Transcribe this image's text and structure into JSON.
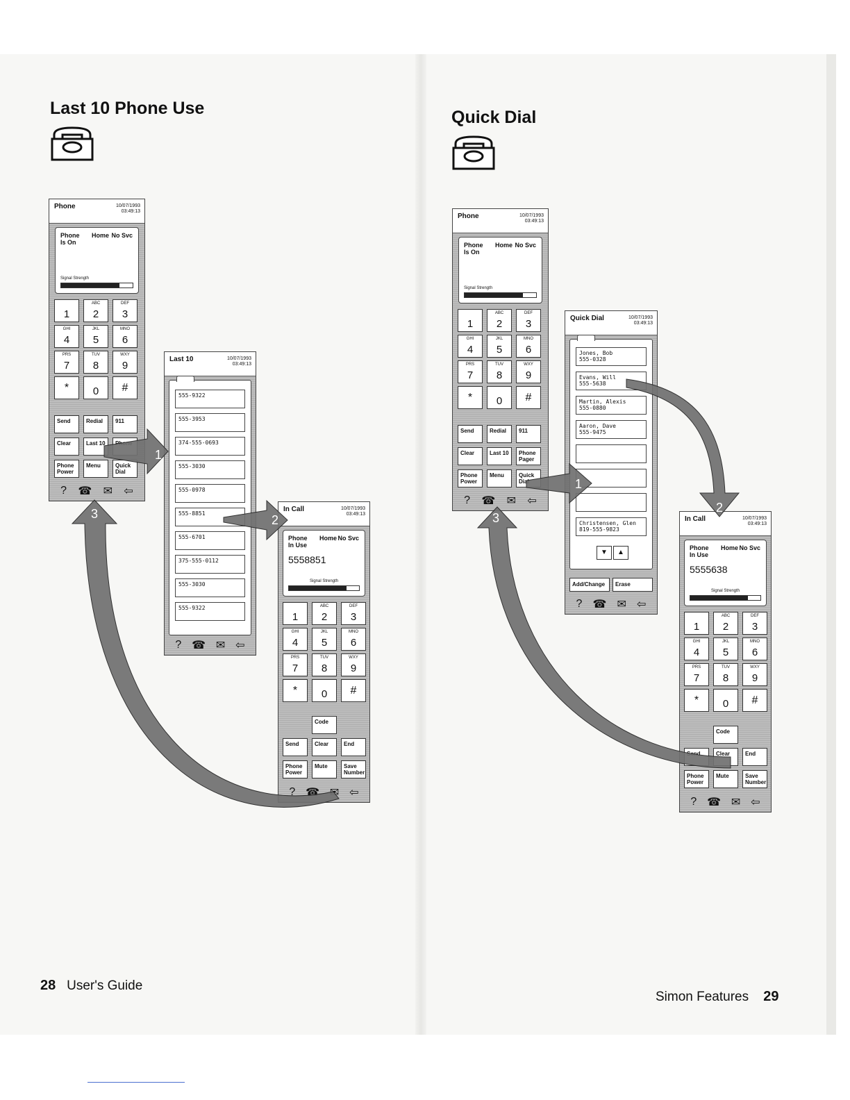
{
  "left_page": {
    "heading": "Last 10 Phone Use",
    "footer": {
      "page_number": "28",
      "text": "User's Guide"
    }
  },
  "right_page": {
    "heading": "Quick Dial",
    "footer": {
      "page_number": "29",
      "text": "Simon Features"
    }
  },
  "datetime": {
    "date": "10/07/1993",
    "time": "03:49:13"
  },
  "phone_screen": {
    "title": "Phone",
    "status": {
      "line1": "Phone",
      "line2": "Is On",
      "home": "Home",
      "svc": "No Svc"
    },
    "signal_label": "Signal Strength",
    "signal_level": 0.82,
    "keypad": [
      {
        "letters": "",
        "digit": "1"
      },
      {
        "letters": "ABC",
        "digit": "2"
      },
      {
        "letters": "DEF",
        "digit": "3"
      },
      {
        "letters": "GHI",
        "digit": "4"
      },
      {
        "letters": "JKL",
        "digit": "5"
      },
      {
        "letters": "MNO",
        "digit": "6"
      },
      {
        "letters": "PRS",
        "digit": "7"
      },
      {
        "letters": "TUV",
        "digit": "8"
      },
      {
        "letters": "WXY",
        "digit": "9"
      },
      {
        "letters": "",
        "digit": "*"
      },
      {
        "letters": "",
        "digit": "0"
      },
      {
        "letters": "",
        "digit": "#"
      }
    ],
    "buttons": {
      "send": "Send",
      "redial": "Redial",
      "emergency": "911",
      "clear": "Clear",
      "last10": "Last 10",
      "phone": "Phone",
      "phone_pager": "Phone Pager",
      "phone_power": "Phone Power",
      "menu": "Menu",
      "quick_dial": "Quick Dial"
    }
  },
  "last10_screen": {
    "title": "Last 10",
    "numbers": [
      "555-9322",
      "555-3953",
      "374-555-0693",
      "555-3030",
      "555-0978",
      "555-8851",
      "555-6701",
      "375-555-0112",
      "555-3030",
      "555-9322"
    ]
  },
  "incall_left": {
    "title": "In Call",
    "line1": "Phone",
    "line2": "In Use",
    "number": "5558851"
  },
  "incall_right": {
    "title": "In Call",
    "line1": "Phone",
    "line2": "In Use",
    "number": "5555638"
  },
  "incall_buttons": {
    "code": "Code",
    "send": "Send",
    "clear": "Clear",
    "end": "End",
    "phone_power": "Phone Power",
    "mute": "Mute",
    "save_number": "Save Number"
  },
  "quickdial_screen": {
    "title": "Quick Dial",
    "entries": [
      {
        "name": "Jones, Bob",
        "number": "555-0328"
      },
      {
        "name": "Evans, Will",
        "number": "555-5638"
      },
      {
        "name": "Martin, Alexis",
        "number": "555-0880"
      },
      {
        "name": "Aaron, Dave",
        "number": "555-9475"
      },
      {
        "name": "",
        "number": ""
      },
      {
        "name": "",
        "number": ""
      },
      {
        "name": "",
        "number": ""
      },
      {
        "name": "Christensen, Glen",
        "number": "819-555-9823"
      }
    ],
    "add_change": "Add/Change",
    "erase": "Erase"
  },
  "step_labels": [
    "1",
    "2",
    "3"
  ],
  "icons": [
    "help-icon",
    "phone-icon",
    "mail-icon",
    "back-arrow-icon"
  ]
}
